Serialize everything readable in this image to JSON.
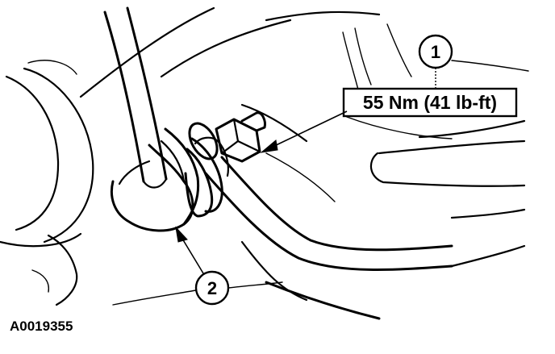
{
  "callouts": [
    {
      "number": "1",
      "torque_spec": "55 Nm (41 lb-ft)"
    },
    {
      "number": "2"
    }
  ],
  "figure_id": "A0019355"
}
